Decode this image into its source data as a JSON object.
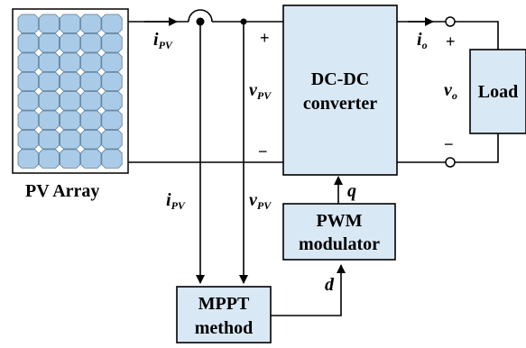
{
  "blocks": {
    "pv_array": "PV Array",
    "converter_line1": "DC-DC",
    "converter_line2": "converter",
    "load": "Load",
    "pwm_line1": "PWM",
    "pwm_line2": "modulator",
    "mppt_line1": "MPPT",
    "mppt_line2": "method"
  },
  "signals": {
    "i_main": "i",
    "pv_sub": "PV",
    "v_main": "v",
    "io_main": "i",
    "io_sub": "o",
    "vo_main": "v",
    "vo_sub": "o",
    "q": "q",
    "d": "d"
  },
  "signs": {
    "plus": "+",
    "minus": "−"
  },
  "colors": {
    "panel_fill": "#a9cbe8",
    "block_fill": "#d9e8f5",
    "line": "#000000"
  }
}
